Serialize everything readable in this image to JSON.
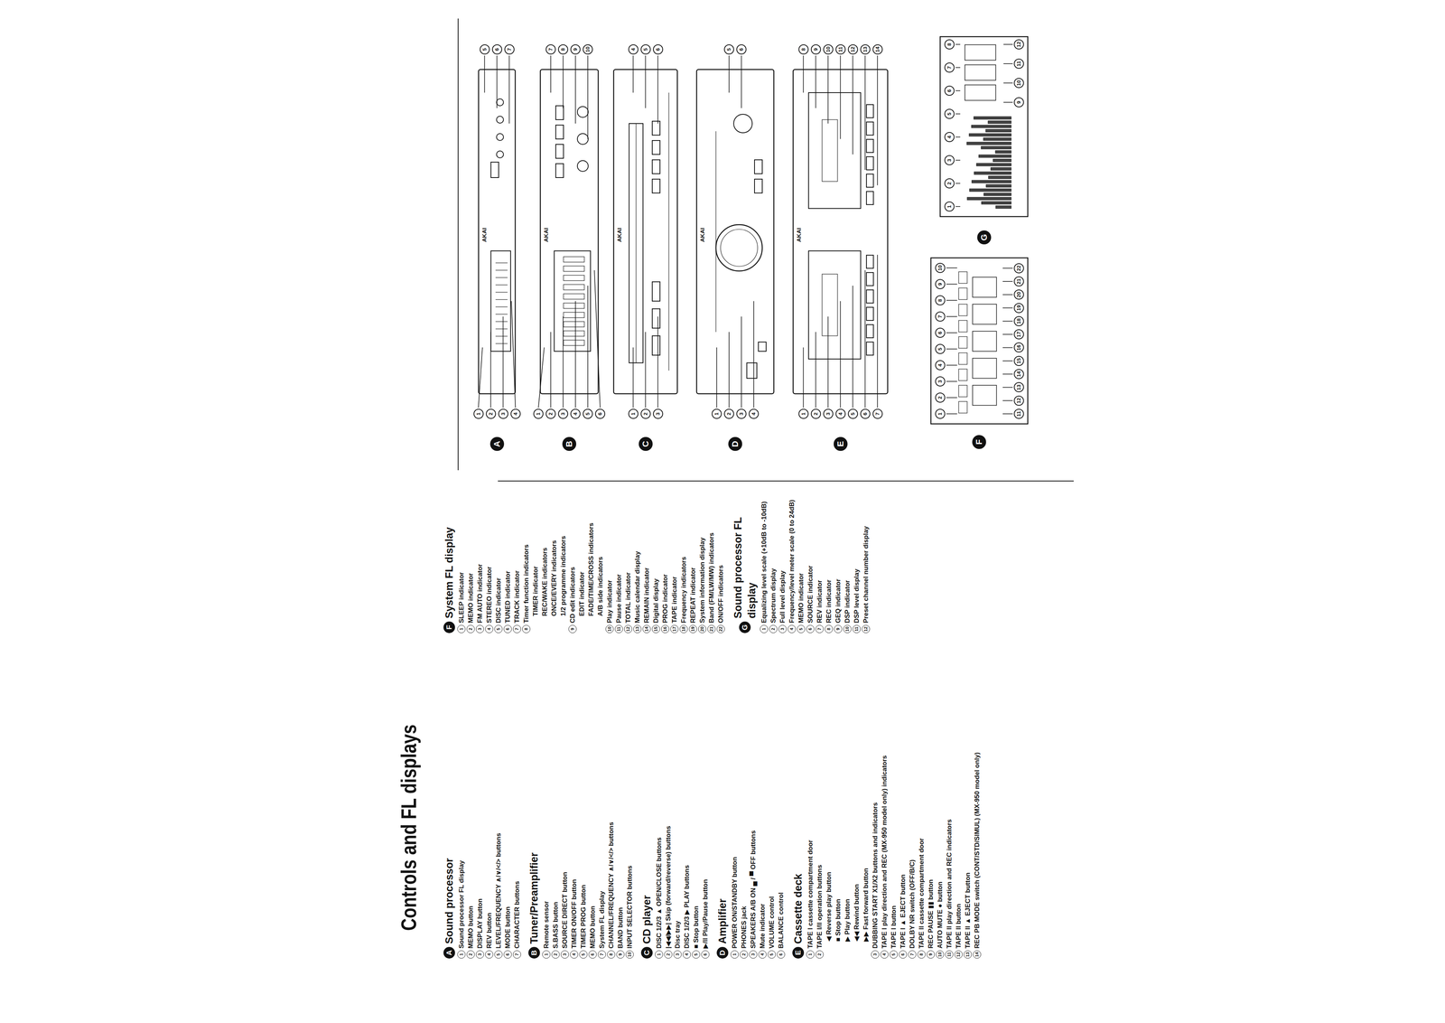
{
  "diagram": {
    "title": "Controls and FL displays",
    "labels": [
      "A",
      "Sound processor",
      "1",
      "Sound processor FL display",
      "2",
      "MEMO button",
      "3",
      "DISPLAY button",
      "4",
      "REV button",
      "5",
      "LEVEL/FREQUENCY ∧/∨/</> buttons",
      "6",
      "MODE button",
      "7",
      "CHARACTER buttons",
      "B",
      "Tuner/Preamplifier",
      "1",
      "Remote sensor",
      "2",
      "S.BASS button",
      "3",
      "SOURCE DIRECT button",
      "4",
      "TIMER ON/OFF button",
      "5",
      "TIMER PROG button",
      "6",
      "MEMO button",
      "7",
      "System FL display",
      "8",
      "CHANNEL/FREQUENCY ∧/∨/</> buttons",
      "9",
      "BAND button",
      "10",
      "INPUT SELECTOR buttons",
      "C",
      "CD player",
      "1",
      "DISC 1/2/3 ▲ OPEN/CLOSE buttons",
      "2",
      "|◀◀/▶▶| Skip (forward/reverse) buttons",
      "3",
      "Disc tray",
      "4",
      "DISC 1/2/3 ▶ PLAY buttons",
      "5",
      "■ Stop button",
      "6",
      "▶/II Play/Pause button",
      "D",
      "Amplifier",
      "1",
      "POWER ON/STANDBY button",
      "2",
      "PHONES jack",
      "3",
      "SPEAKERS A/B ON ▄ / ▀ OFF buttons",
      "4",
      "Mute indicator",
      "5",
      "VOLUME control",
      "6",
      "BALANCE control",
      "E",
      "Cassette deck",
      "1",
      "TAPE I cassette compartment door",
      "2",
      "TAPE I/II operation buttons",
      "◀ Reverse play button",
      "■ Stop button",
      "▶ Play button",
      "◀◀ Rewind button",
      "▶▶ Fast forward button",
      "3",
      "DUBBING START X1/X2 buttons and indicators",
      "4",
      "TAPE I play direction and REC (MX-950 model only) indicators",
      "5",
      "TAPE I button",
      "6",
      "TAPE I ▲ EJECT button",
      "7",
      "DOLBY NR switch (OFF/B/C)",
      "8",
      "TAPE II cassette compartment door",
      "9",
      "REC PAUSE ▮▮ button",
      "10",
      "AUTO MUTE ● button",
      "11",
      "TAPE II play direction and REC indicators",
      "12",
      "TAPE II button",
      "13",
      "TAPE II ▲ EJECT button",
      "14",
      "REC PB MODE switch (CONT/STD/SIMUL) (MX-950 model only)",
      "F",
      "System FL display",
      "1",
      "SLEEP indicator",
      "2",
      "MEMO indicator",
      "3",
      "FM AUTO indicator",
      "4",
      "STEREO indicator",
      "5",
      "DISC indicator",
      "6",
      "TUNED indicator",
      "7",
      "TRACK indicator",
      "8",
      "Timer function indicators",
      "TIMER indicator",
      "REC/WAKE indicators",
      "ONCE/EVERY indicators",
      "1/2 programme indicators",
      "9",
      "CD edit indicators",
      "EDIT indicator",
      "FADE/TIME/CROSS indicators",
      "A/B side indicators",
      "10",
      "Play indicator",
      "11",
      "Pause indicator",
      "12",
      "TOTAL indicator",
      "13",
      "Music calendar display",
      "14",
      "REMAIN indicator",
      "15",
      "Digital display",
      "16",
      "PROG indicator",
      "17",
      "TAPE indicator",
      "18",
      "Frequency indicators",
      "19",
      "REPEAT indicator",
      "20",
      "System information display",
      "21",
      "Band (FM/LW/MW) indicators",
      "22",
      "ON/OFF indicators",
      "G",
      "Sound processor FL display",
      "1",
      "Equalizing level scale (+10dB to -10dB)",
      "2",
      "Spectrum display",
      "3",
      "Full level display",
      "4",
      "Frequency/level meter scale (0 to 24dB)",
      "5",
      "MEMO indicator",
      "6",
      "SOURCE indicator",
      "7",
      "REV indicator",
      "8",
      "REC indicator",
      "9",
      "GEQ indicator",
      "10",
      "DSP indicator",
      "11",
      "DSP level display",
      "12",
      "Preset channel number display",
      "A",
      "AKAI",
      "1",
      "2",
      "3",
      "4",
      "5",
      "6",
      "7",
      "B",
      "AKAI",
      "1",
      "2",
      "3",
      "4",
      "5",
      "6",
      "7",
      "8",
      "9",
      "10",
      "C",
      "AKAI",
      "1",
      "2",
      "3",
      "4",
      "5",
      "6",
      "D",
      "AKAI",
      "1",
      "2",
      "3",
      "4",
      "5",
      "6",
      "E",
      "AKAI",
      "1",
      "2",
      "3",
      "4",
      "5",
      "6",
      "7",
      "8",
      "9",
      "10",
      "11",
      "12",
      "13",
      "14",
      "F",
      "1",
      "2",
      "3",
      "4",
      "5",
      "6",
      "7",
      "8",
      "9",
      "10",
      "11",
      "12",
      "13",
      "14",
      "15",
      "16",
      "17",
      "18",
      "19",
      "20",
      "21",
      "22",
      "G",
      "1",
      "2",
      "3",
      "4",
      "5",
      "6",
      "7",
      "8",
      "9",
      "10",
      "11",
      "12"
    ]
  }
}
